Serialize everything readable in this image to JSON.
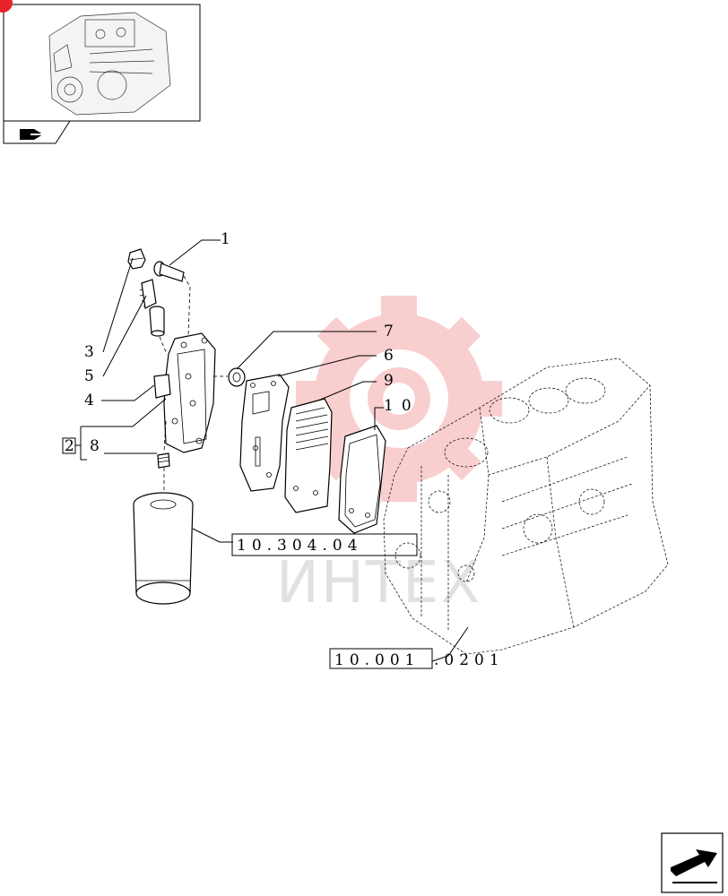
{
  "callouts": {
    "c1": "1",
    "c3": "3",
    "c5": "5",
    "c4": "4",
    "c2": "2",
    "c8": "8",
    "c7": "7",
    "c6": "6",
    "c9": "9",
    "c10": "10"
  },
  "references": {
    "filter_ref": "10.304.04",
    "engine_ref_box": "10.001",
    "engine_ref_suffix": ".0201"
  },
  "watermark": {
    "text": "ИНТЕХ",
    "gear_color": "#e8232a"
  },
  "icons": {
    "thumbnail_nav": "swoosh-arrow-icon",
    "next_page": "next-page-arrow-icon"
  }
}
